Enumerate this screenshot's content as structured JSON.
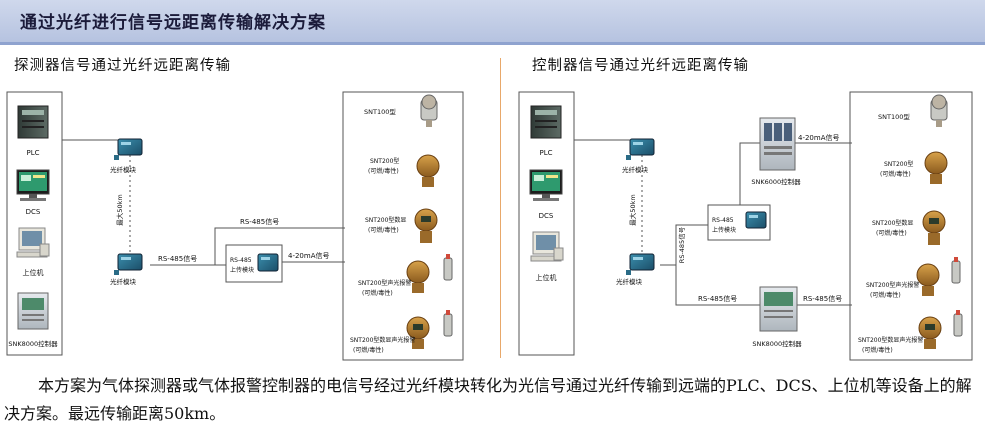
{
  "header": {
    "title": "通过光纤进行信号远距离传输解决方案"
  },
  "left": {
    "section_title": "探测器信号通过光纤远距离传输",
    "devices": {
      "plc": "PLC",
      "dcs": "DCS",
      "host": "上位机",
      "controller": "SNK8000控制器"
    },
    "fiber_module_top": "光纤模块",
    "fiber_module_bottom": "光纤模块",
    "fiber_distance": "最大50km",
    "rs485_top": "RS-485信号",
    "rs485_bottom": "RS-485信号",
    "converter_line1": "RS-485",
    "converter_line2": "上传模块",
    "signal_420": "4-20mA信号",
    "detectors": {
      "d1": "SNT100型",
      "d2a": "SNT200型",
      "d2b": "(可燃/毒性)",
      "d3a": "SNT200型数显",
      "d3b": "(可燃/毒性)",
      "d4a": "SNT200型声光报警",
      "d4b": "(可燃/毒性)",
      "d5a": "SNT200型数显声光报警",
      "d5b": "(可燃/毒性)"
    }
  },
  "right": {
    "section_title": "控制器信号通过光纤远距离传输",
    "devices": {
      "plc": "PLC",
      "dcs": "DCS",
      "host": "上位机"
    },
    "fiber_module_top": "光纤模块",
    "fiber_module_bottom": "光纤模块",
    "fiber_distance": "最大50km",
    "rs485_vertical": "RS-485信号",
    "rs485_bottom": "RS-485信号",
    "rs485_right": "RS-485信号",
    "converter_line1": "RS-485",
    "converter_line2": "上传模块",
    "signal_420": "4-20mA信号",
    "snk6000": "SNK6000控制器",
    "snk8000": "SNK8000控制器",
    "detectors": {
      "d1": "SNT100型",
      "d2a": "SNT200型",
      "d2b": "(可燃/毒性)",
      "d3a": "SNT200型数显",
      "d3b": "(可燃/毒性)",
      "d4a": "SNT200型声光报警",
      "d4b": "(可燃/毒性)",
      "d5a": "SNT200型数显声光报警",
      "d5b": "(可燃/毒性)"
    }
  },
  "footer": {
    "text": "本方案为气体探测器或气体报警控制器的电信号经过光纤模块转化为光信号通过光纤传输到远端的PLC、DCS、上位机等设备上的解决方案。最远传输距离50km。"
  }
}
